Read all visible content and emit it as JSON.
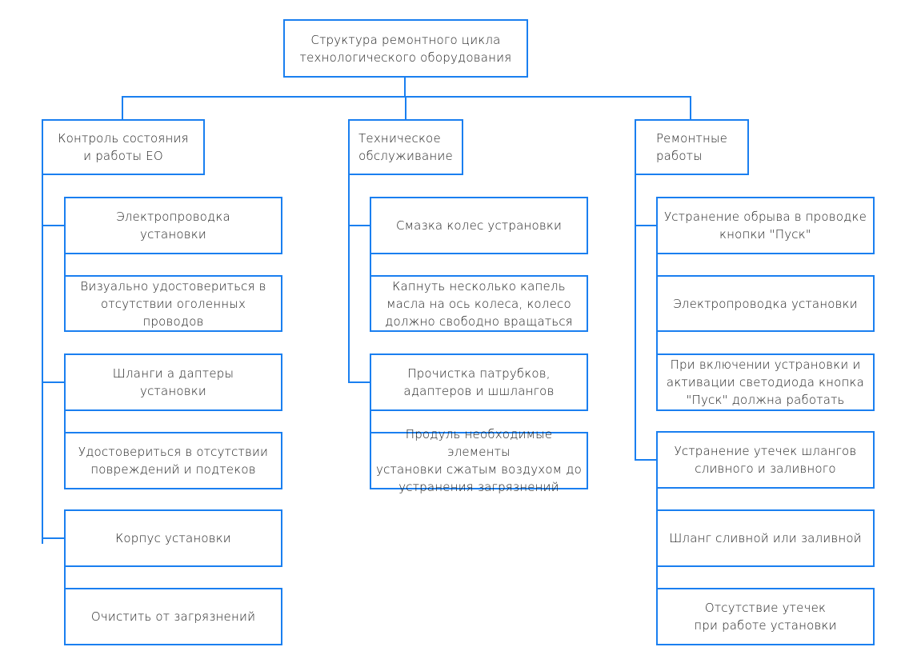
{
  "diagram": {
    "root": "Структура ремонтного цикла\nтехнологического оборудования",
    "branches": [
      {
        "title": "Контроль состояния\nи работы ЕО",
        "items": [
          "Электропроводка\nустановки",
          "Визуально удостовериться в\nотсутствии оголенных\nпроводов",
          "Шланги а даптеры\nустановки",
          "Удостовериться в отсутствии\nповреждений и подтеков",
          "Корпус установки",
          "Очистить от загрязнений"
        ]
      },
      {
        "title": "Техническое\nобслуживание",
        "items": [
          "Смазка колес устрановки",
          "Капнуть несколько капель\nмасла на ось колеса, колесо\nдолжно свободно вращаться",
          "Прочистка патрубков,\nадаптеров и шшлангов",
          "Продуль необходимые элементы\nустановки сжатым воздухом до\nустранения загрязнений"
        ]
      },
      {
        "title": "Ремонтные\nработы",
        "items": [
          "Устранение обрыва в проводке\nкнопки \"Пуск\"",
          "Электропроводка установки",
          "При включении устрановки и\nактивации светодиода кнопка\n\"Пуск\" должна работать",
          "Устранение утечек шлангов\nсливного и заливного",
          "Шланг сливной или заливной",
          "Отсутствие утечек\nпри работе установки"
        ]
      }
    ],
    "line_color": "#1a7ff0"
  }
}
